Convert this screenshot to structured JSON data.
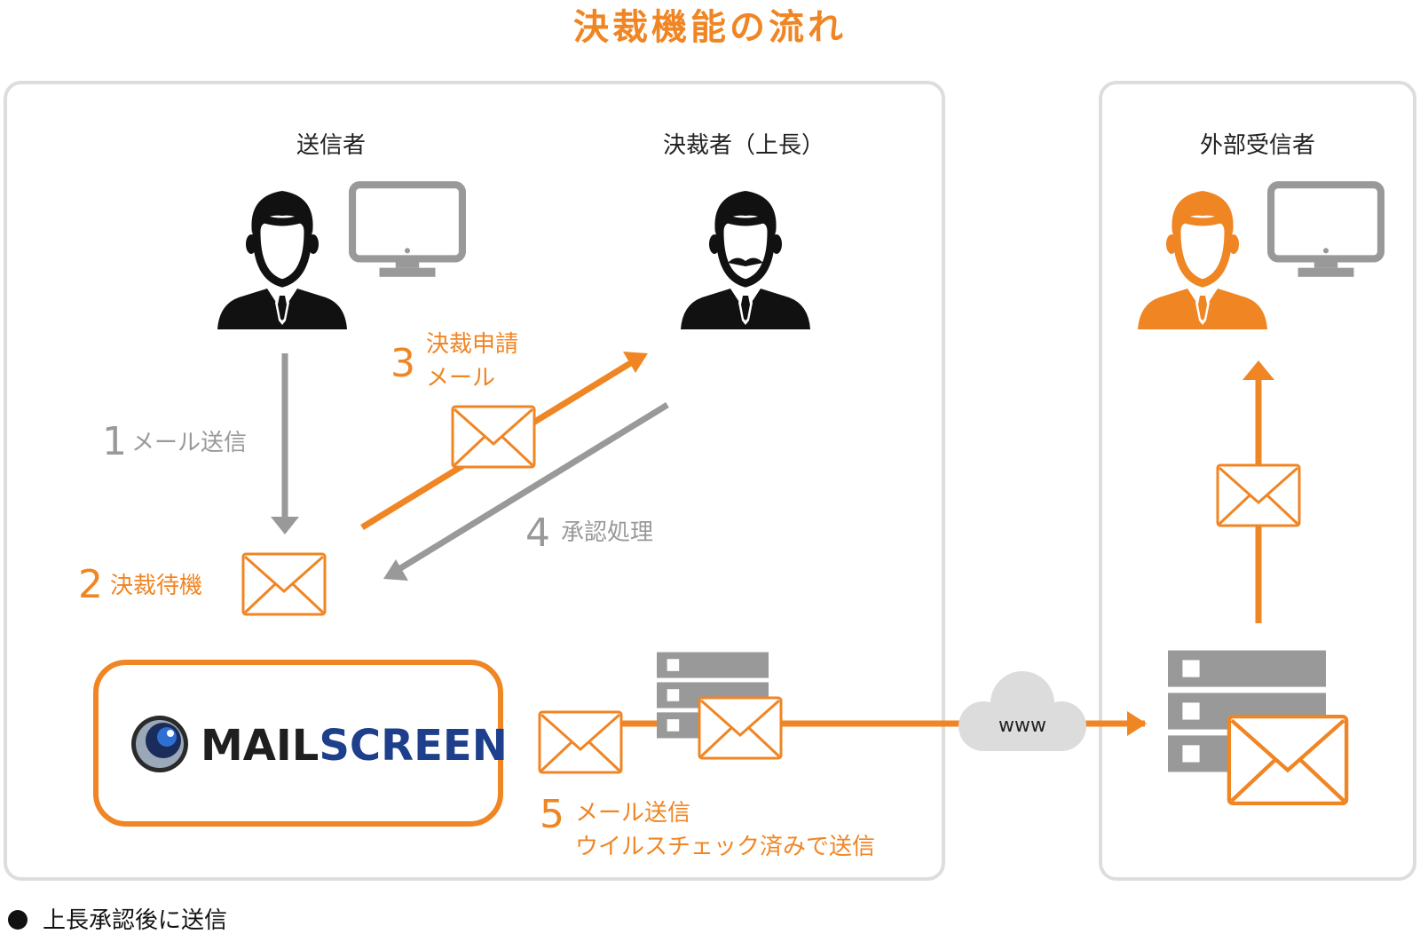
{
  "title": "決裁機能の流れ",
  "roles": {
    "sender": "送信者",
    "approver": "決裁者（上長）",
    "external": "外部受信者"
  },
  "steps": [
    {
      "num": "1",
      "label": "メール送信"
    },
    {
      "num": "2",
      "label": "決裁待機"
    },
    {
      "num": "3",
      "label_line1": "決裁申請",
      "label_line2": "メール"
    },
    {
      "num": "4",
      "label": "承認処理"
    },
    {
      "num": "5",
      "label_line1": "メール送信",
      "label_line2": "ウイルスチェック済みで送信"
    }
  ],
  "logo": {
    "part1": "MAIL",
    "part2": "SCREEN"
  },
  "cloud_label": "www",
  "footnote": "上長承認後に送信",
  "colors": {
    "orange": "#f08524",
    "gray": "#999999",
    "dark": "#111111",
    "navy": "#1e3f8c",
    "border": "#dddddd"
  }
}
